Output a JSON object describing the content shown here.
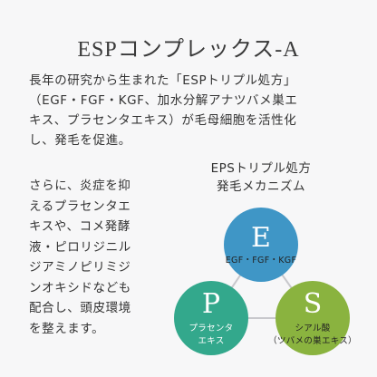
{
  "title": "ESPコンプレックス-A",
  "intro_lines": [
    "長年の研究から生まれた「ESPトリプル処方」",
    "（EGF・FGF・KGF、加水分解アナツバメ巣エ",
    "キス、プラセンタエキス）が毛母細胞を活性化",
    "し、発毛を促進。"
  ],
  "left_lines": [
    "さらに、炎症を抑",
    "えるプラセンタエ",
    "キスや、コメ発酵",
    "液・ピロリジニル",
    "ジアミノピリミジ",
    "ンオキシドなども",
    "配合し、頭皮環境",
    "を整えます。"
  ],
  "diagram": {
    "title_lines": [
      "EPSトリプル処方",
      "発毛メカニズム"
    ],
    "circles": {
      "e": {
        "letter": "E",
        "label_lines": [
          "EGF・FGF・KGF"
        ],
        "color": "#3f96c6"
      },
      "p": {
        "letter": "P",
        "label_lines": [
          "プラセンタ",
          "エキス"
        ],
        "color": "#33a88c"
      },
      "s": {
        "letter": "S",
        "label_lines": [
          "シアル酸",
          "（ツバメの巣エキス）"
        ],
        "color": "#8ab33f"
      }
    },
    "connector_color": "#c8c8cc"
  }
}
